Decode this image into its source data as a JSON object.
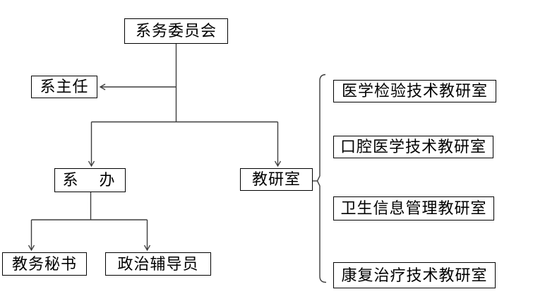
{
  "org_chart": {
    "background_color": "#ffffff",
    "line_color": "#3d3d3d",
    "box_border_color": "#000000",
    "text_color": "#000000",
    "nodes": {
      "committee": "系务委员会",
      "director": "系主任",
      "department_office": "系　办",
      "teaching_research_office": "教研室",
      "academic_secretary": "教务秘书",
      "political_counselor": "政治辅导员"
    },
    "teaching_research_rooms": [
      "医学检验技术教研室",
      "口腔医学技术教研室",
      "卫生信息管理教研室",
      "康复治疗技术教研室"
    ]
  }
}
